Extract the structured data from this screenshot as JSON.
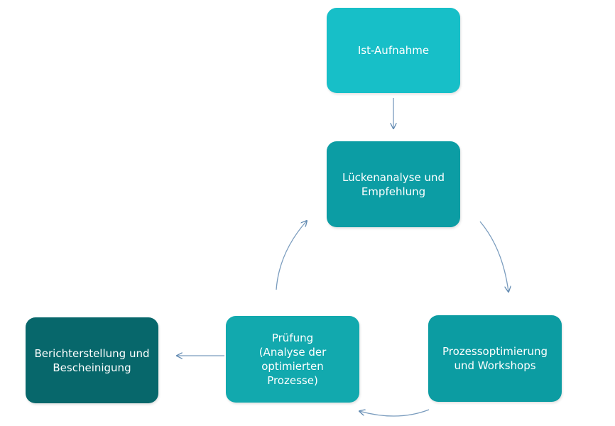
{
  "diagram": {
    "nodes": [
      {
        "id": "ist",
        "label": "Ist-Aufnahme",
        "color": "#17BFC8"
      },
      {
        "id": "lucken",
        "label": "Lückenanalyse und\nEmpfehlung",
        "color": "#0C9DA4"
      },
      {
        "id": "prozess",
        "label": "Prozessoptimierung\nund Workshops",
        "color": "#0C9CA2"
      },
      {
        "id": "prufung",
        "label": "Prüfung\n(Analyse der\noptimierten\nProzesse)",
        "color": "#12A9AE"
      },
      {
        "id": "bericht",
        "label": "Berichterstellung und\nBescheinigung",
        "color": "#07676B"
      }
    ],
    "edges": [
      {
        "from": "ist",
        "to": "lucken"
      },
      {
        "from": "lucken",
        "to": "prozess"
      },
      {
        "from": "prozess",
        "to": "prufung"
      },
      {
        "from": "prufung",
        "to": "lucken"
      },
      {
        "from": "prufung",
        "to": "bericht"
      }
    ],
    "arrow_color": "#5F88B0"
  }
}
